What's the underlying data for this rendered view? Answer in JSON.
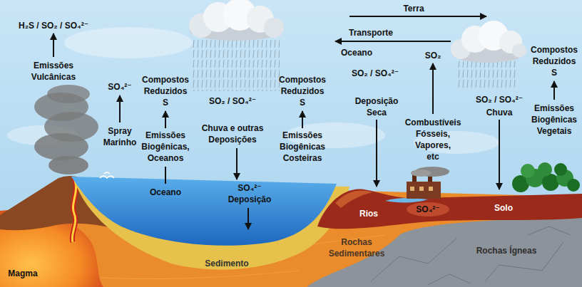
{
  "diagram": {
    "labels": [
      "H₂S / SO₂ / SO₄²⁻",
      "Emissões Vulcânicas",
      "SO₄²⁻",
      "Spray Marinho",
      "Compostos Reduzidos S",
      "Emissões Biogênicas, Oceanos",
      "Oceano",
      "SO₂ / SO₄²⁻",
      "Chuva e outras Deposições",
      "SO₄²⁻ Deposição",
      "Compostos Reduzidos S",
      "Emissões Biogênicas Costeiras",
      "SO₂ / SO₄²⁻",
      "Deposição Seca",
      "Terra",
      "Transporte",
      "Oceano",
      "SO₂",
      "Combustíveis Fósseis, Vapores, etc",
      "SO₂ / SO₄²⁻",
      "Chuva",
      "Compostos Reduzidos S",
      "Emissões Biogênicas Vegetais",
      "Rios",
      "SO₄²⁻",
      "Solo",
      "Rochas Sedimentares",
      "Rochas Ígneas",
      "Sedimento",
      "Magma"
    ]
  }
}
